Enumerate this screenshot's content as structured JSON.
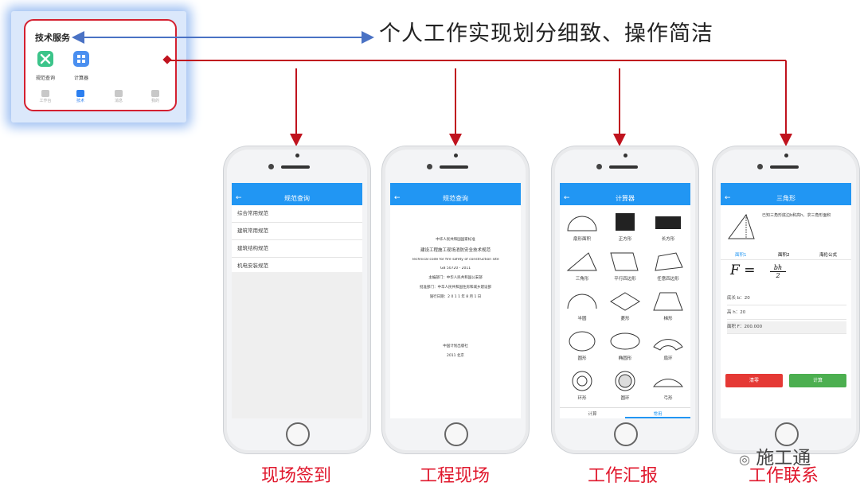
{
  "inset": {
    "title": "技术服务",
    "apps": [
      {
        "label": "规范查询",
        "icon": "tools-icon",
        "color": "#3cc48a"
      },
      {
        "label": "计算器",
        "icon": "calculator-icon",
        "color": "#4a8ff0"
      }
    ],
    "tabs": [
      "工作台",
      "技术",
      "消息",
      "我的"
    ],
    "active_tab": 1
  },
  "headline": "个人工作实现划分细致、操作简洁",
  "phones": {
    "specs": {
      "title": "规范查询",
      "items": [
        "综合常用规范",
        "建筑常用规范",
        "建筑结构规范",
        "机电安装规范"
      ]
    },
    "document": {
      "title": "规范查询",
      "lines": [
        "中华人民共和国国家标准",
        "建设工程施工现场消防安全技术规范",
        "Technical code for fire safety of construction site",
        "GB 50720 - 2011",
        "主编部门：中华人民共和国公安部",
        "批准部门：中华人民共和国住房和城乡建设部",
        "施行日期：2 0 1 1 年 8 月 1 日",
        "中国计划出版社",
        "2011  北京"
      ]
    },
    "calculator": {
      "title": "计算器",
      "shapes": [
        "扇形面积",
        "正方形",
        "长方形",
        "三角形",
        "平行四边形",
        "任意四边形",
        "半圆",
        "菱形",
        "梯形",
        "圆形",
        "椭圆形",
        "扇环",
        "环形",
        "圆环",
        "弓形"
      ],
      "bottom_tabs": [
        "计算",
        "常用"
      ],
      "selected_tab": 1
    },
    "triangle": {
      "title": "三角形",
      "description": "已知三角形底边b和高h，求三角形面积",
      "tabs": [
        "面积1",
        "面积2",
        "海伦公式"
      ],
      "formula_lhs": "F =",
      "frac_num": "bh",
      "frac_den": "2",
      "fields": [
        {
          "label": "底长 b",
          "value": "20"
        },
        {
          "label": "高 h",
          "value": "20"
        },
        {
          "label": "面积 F",
          "value": "200.000"
        }
      ],
      "buttons": {
        "reset": "清零",
        "calc": "计算"
      },
      "reset_color": "#e53935",
      "calc_color": "#4caf50"
    }
  },
  "captions": [
    "现场签到",
    "工程现场",
    "工作汇报",
    "工作联系"
  ],
  "watermark": "施工通",
  "colors": {
    "accent": "#2196f3",
    "arrow_red": "#c0131e",
    "arrow_blue": "#4a72c4"
  }
}
